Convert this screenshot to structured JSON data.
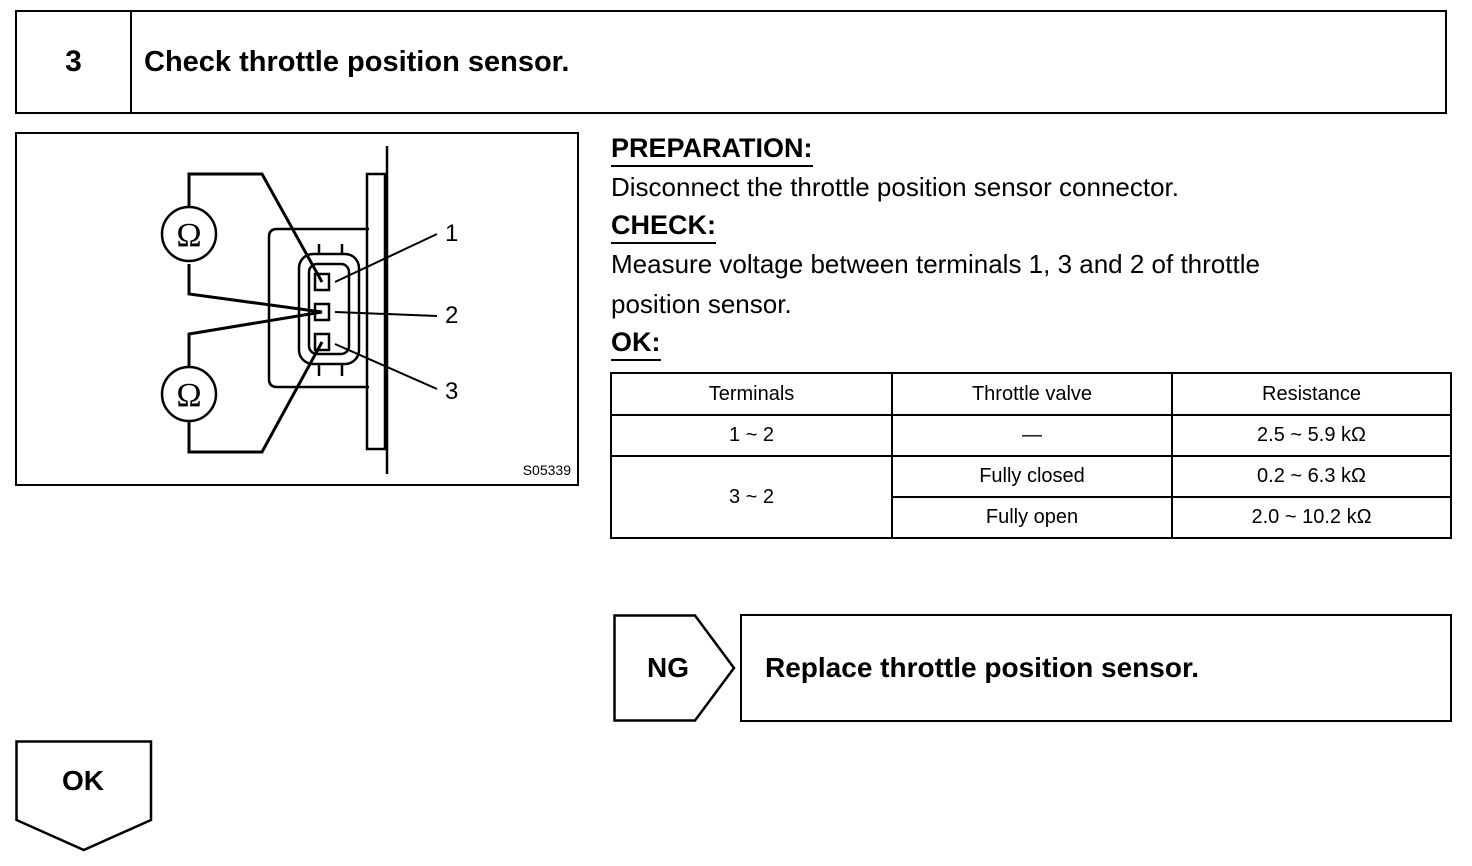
{
  "step": {
    "number": "3",
    "title": "Check throttle position sensor."
  },
  "figure": {
    "code": "S05339",
    "callouts": [
      "1",
      "2",
      "3"
    ],
    "meter_symbol": "Ω"
  },
  "instructions": {
    "preparation_heading": "PREPARATION:",
    "preparation_text": "Disconnect the throttle position sensor connector.",
    "check_heading": "CHECK:",
    "check_text_line1": "Measure voltage between terminals 1, 3 and 2 of throttle",
    "check_text_line2": "position sensor.",
    "ok_heading": "OK:"
  },
  "spec_table": {
    "headers": [
      "Terminals",
      "Throttle valve",
      "Resistance"
    ],
    "rows": [
      {
        "terminals": "1 ~ 2",
        "valve": "—",
        "resistance": "2.5 ~ 5.9 kΩ"
      },
      {
        "terminals": "3 ~ 2",
        "valve": "Fully closed",
        "resistance": "0.2 ~ 6.3 kΩ"
      },
      {
        "terminals": "",
        "valve": "Fully open",
        "resistance": "2.0 ~ 10.2 kΩ"
      }
    ]
  },
  "ng": {
    "label": "NG",
    "action": "Replace throttle position sensor."
  },
  "ok": {
    "label": "OK"
  }
}
